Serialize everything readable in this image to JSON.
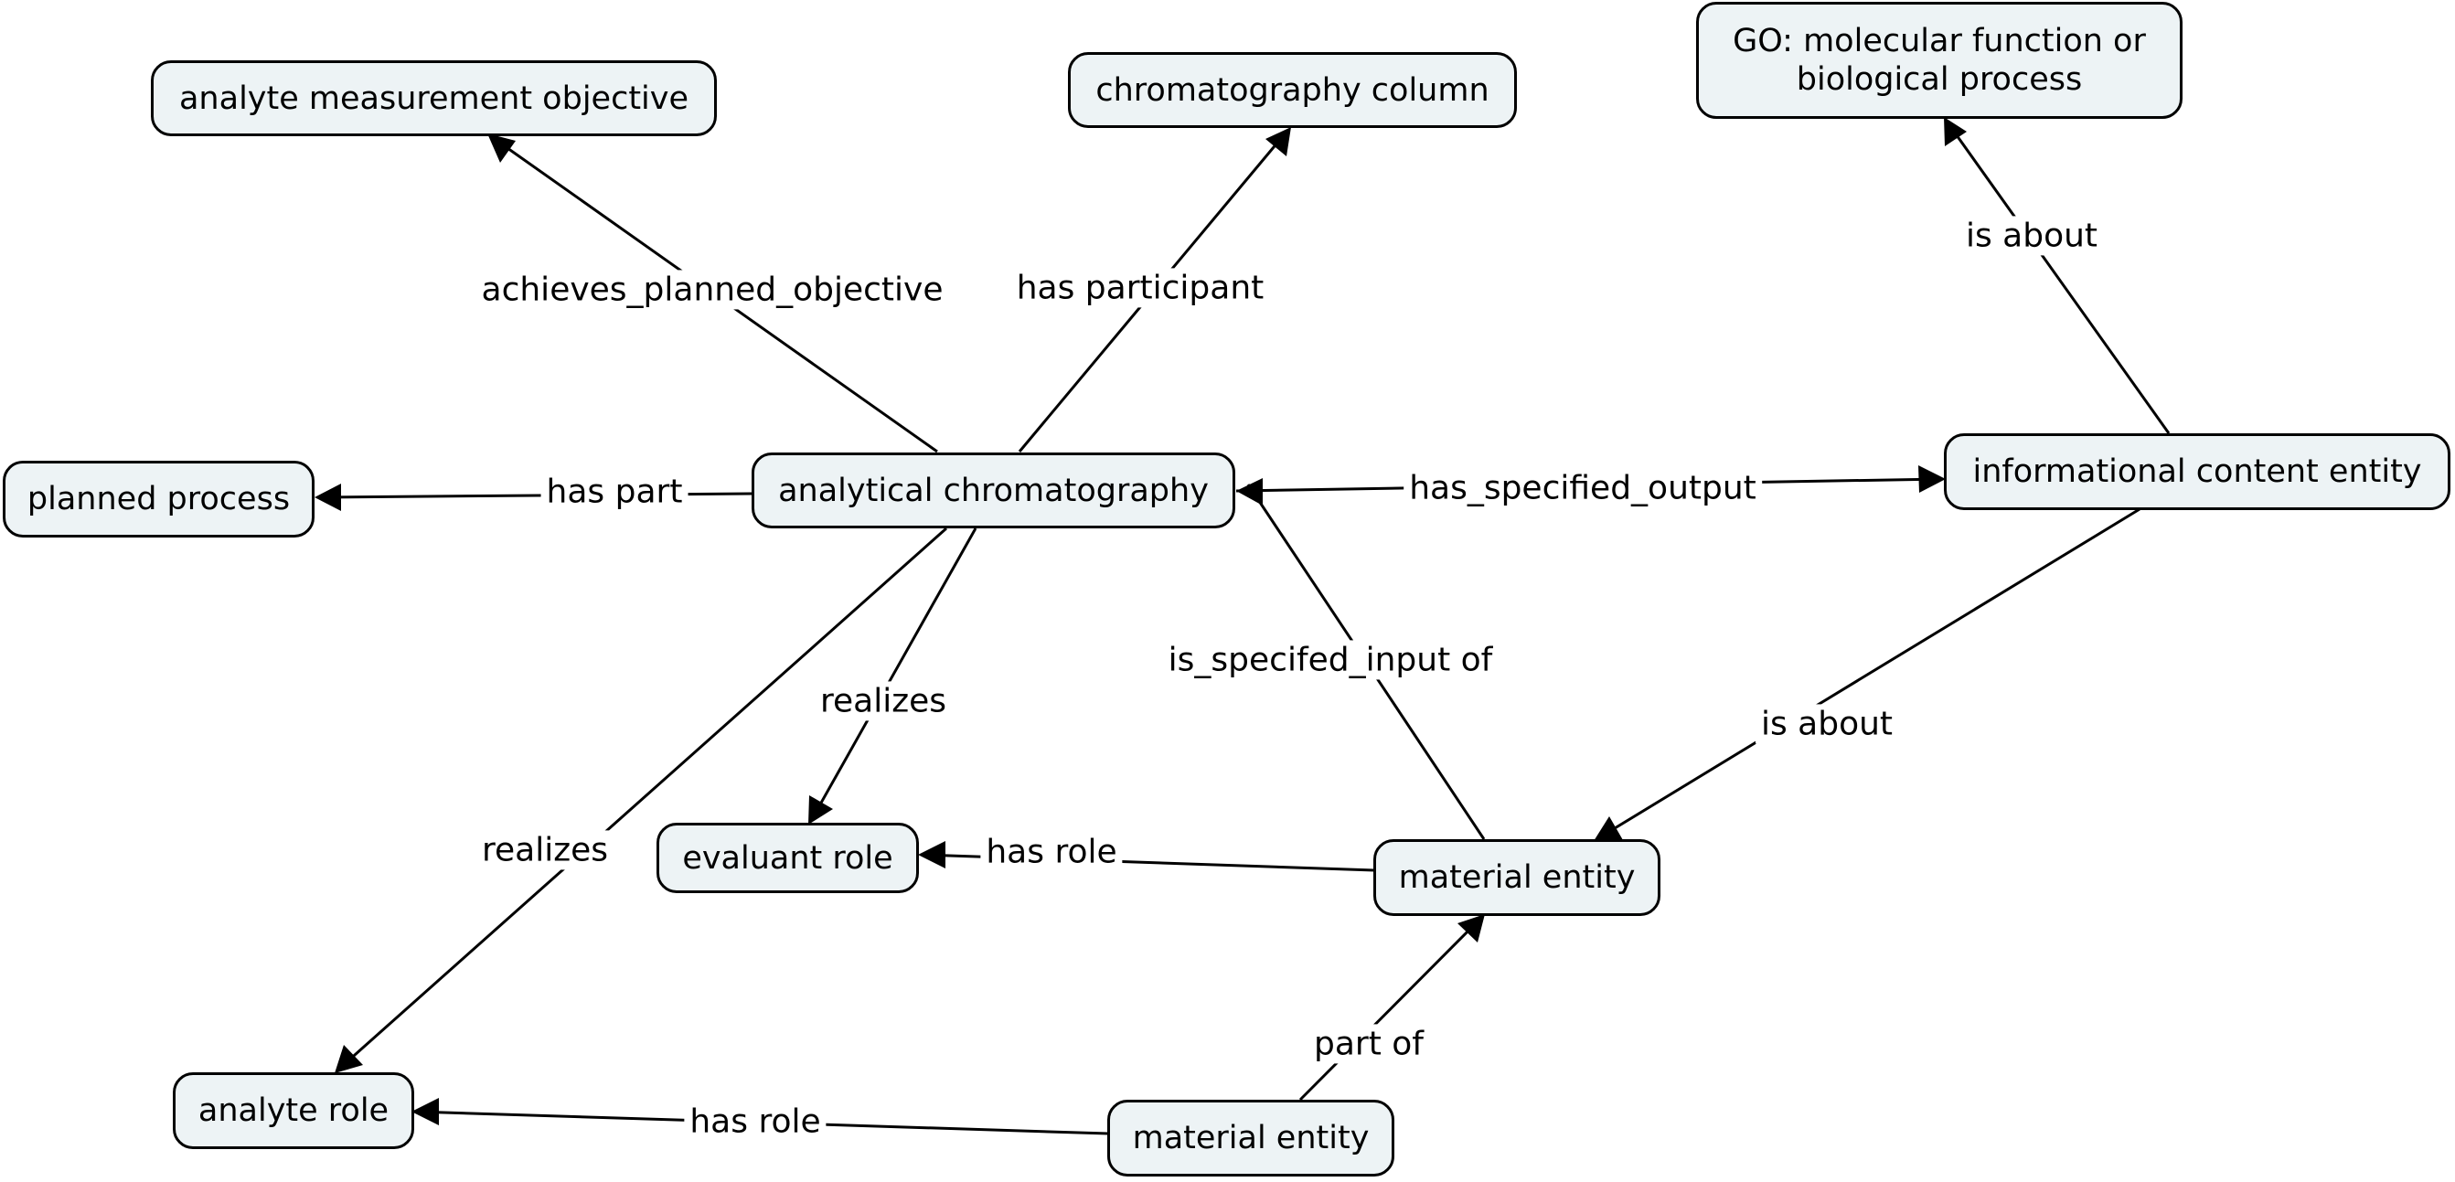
{
  "nodes": {
    "analyte_measurement_objective": "analyte measurement objective",
    "chromatography_column": "chromatography column",
    "go_process": "GO: molecular function or biological process",
    "planned_process": "planned process",
    "analytical_chromatography": "analytical chromatography",
    "informational_content_entity": "informational content entity",
    "evaluant_role": "evaluant role",
    "material_entity_1": "material entity",
    "analyte_role": "analyte role",
    "material_entity_2": "material entity"
  },
  "edges": {
    "achieves_planned_objective": "achieves_planned_objective",
    "has_participant": "has participant",
    "is_about_go": "is about",
    "has_part": "has part",
    "has_specified_output": "has_specified_output",
    "is_specified_input_of": "is_specifed_input of",
    "realizes_evaluant": "realizes",
    "realizes_analyte": "realizes",
    "is_about_material": "is about",
    "has_role_evaluant": "has role",
    "has_role_analyte": "has role",
    "part_of": "part of"
  },
  "colors": {
    "node_fill": "#edf3f5",
    "stroke": "#000000",
    "background": "#ffffff"
  }
}
